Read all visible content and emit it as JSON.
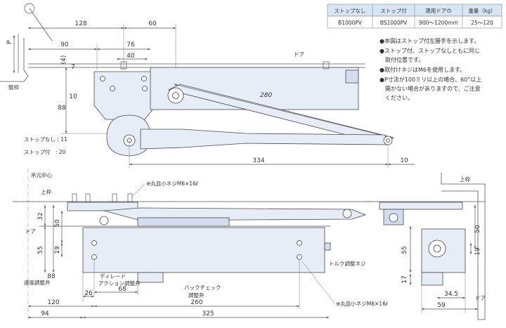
{
  "spec_table": {
    "headers": [
      "ストップなし",
      "ストップ付",
      "適用ドア巾",
      "重量（kg）"
    ],
    "row": [
      "B1000PV",
      "BS1000PV",
      "900～1200mm",
      "25～120"
    ],
    "header_bg": "#d6e6f4"
  },
  "notes": [
    "●本図はストップ付左勝手を示します。",
    "●ストップ付、ストップなしともに同じ",
    "　取付位置です。",
    "●取付けネジはM6を使用します。",
    "●P寸法が100ミリ以上の場合、60°以上",
    "　開かない場合がありますので、ご注意",
    "　ください。"
  ],
  "top_view": {
    "dims": {
      "d128": "128",
      "d60": "60",
      "d90": "90",
      "d76": "76",
      "d40": "40",
      "d4": "(4)",
      "d7": "7",
      "d10": "10",
      "d88": "88",
      "d280": "280",
      "d334": "334",
      "d10b": "10",
      "p": "P"
    },
    "labels": {
      "door": "ドア",
      "frame": "竪枠",
      "stop_none": "ストップなし : 11",
      "stop_with": "ストップ付　: 20"
    }
  },
  "front_view": {
    "dims": {
      "d32": "32",
      "d50": "50",
      "d55": "55",
      "d19": "19",
      "d88": "88",
      "d68": "68",
      "d26": "26",
      "d120": "120",
      "d260": "260",
      "d94": "94",
      "d325": "325"
    },
    "labels": {
      "hinge_center": "吊元中心",
      "upper_frame": "上枠",
      "door": "ドア",
      "screw_top": "⊕丸皿小ネジM6×16ℓ",
      "screw_bottom": "⊕丸皿小ネジM6×16ℓ",
      "torque": "トルク調整ネジ",
      "speed": "速度調整弁",
      "delayed1": "ディレード",
      "delayed2": "アクション調整弁",
      "backcheck1": "バックチェック",
      "backcheck2": "調整弁"
    }
  },
  "side_view": {
    "dims": {
      "d50": "50",
      "d19": "19",
      "d55": "55",
      "d17": "17",
      "d34_5": "34.5",
      "d59": "59"
    },
    "labels": {
      "upper_frame": "上枠",
      "door": "ドア"
    }
  }
}
